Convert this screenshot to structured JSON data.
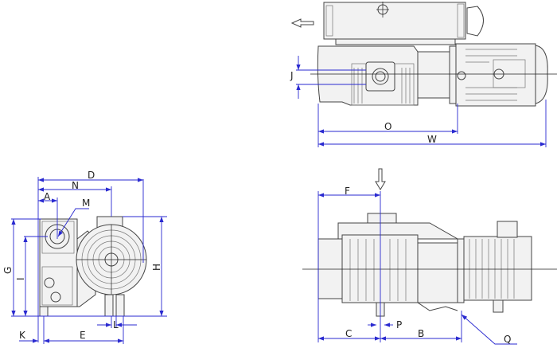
{
  "title": "Vacuum pump dimensional drawing",
  "views": {
    "top": {
      "labels": {
        "J": "J",
        "O": "O",
        "W": "W"
      }
    },
    "front": {
      "labels": {
        "D": "D",
        "N": "N",
        "A": "A",
        "M": "M",
        "G": "G",
        "I": "I",
        "H": "H",
        "K": "K",
        "E": "E",
        "L": "L"
      }
    },
    "side": {
      "labels": {
        "F": "F",
        "C": "C",
        "P": "P",
        "B": "B",
        "Q": "Q"
      }
    }
  },
  "colors": {
    "dimension": "#2a2ad0",
    "outline": "#444444"
  }
}
